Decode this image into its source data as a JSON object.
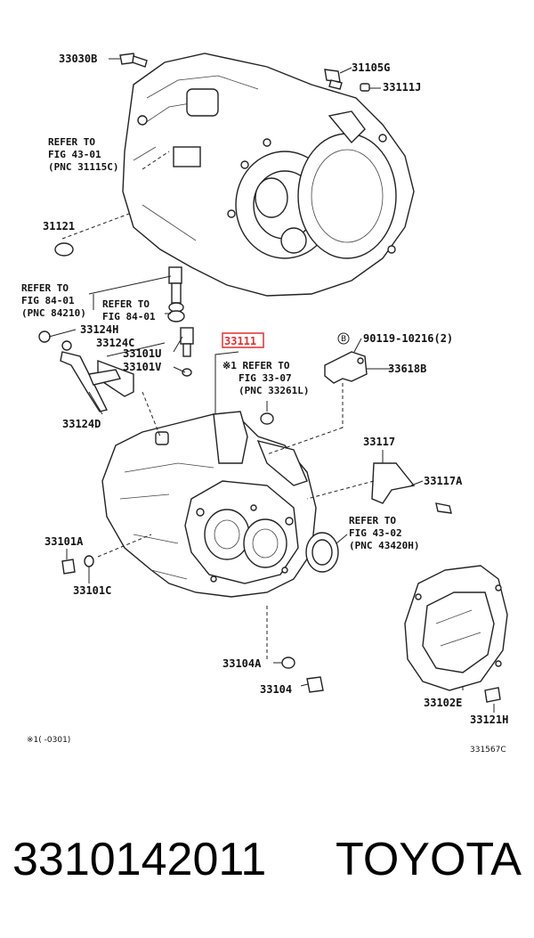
{
  "labels": {
    "p33030B": "33030B",
    "p31105G": "31105G",
    "p33111J": "33111J",
    "ref1_l1": "REFER TO",
    "ref1_l2": "FIG 43-01",
    "ref1_l3": "(PNC 31115C)",
    "p31121": "31121",
    "ref2_l1": "REFER TO",
    "ref2_l2": "FIG 84-01",
    "ref2_l3": "(PNC 84210)",
    "ref3_l1": "REFER TO",
    "ref3_l2": "FIG 84-01",
    "p33124H": "33124H",
    "p33124C": "33124C",
    "p33101U": "33101U",
    "p33101V": "33101V",
    "p33124D": "33124D",
    "p33111": "33111",
    "ref4_l1": "※1 REFER TO",
    "ref4_l2": "FIG 33-07",
    "ref4_l3": "(PNC 33261L)",
    "circle_b": "B",
    "p90119": "90119-10216(2)",
    "p33618B": "33618B",
    "p33117": "33117",
    "p33117A": "33117A",
    "ref5_l1": "REFER TO",
    "ref5_l2": "FIG 43-02",
    "ref5_l3": "(PNC 43420H)",
    "p33101A": "33101A",
    "p33101C": "33101C",
    "p33104A": "33104A",
    "p33104": "33104",
    "p33102E": "33102E",
    "p33121H": "33121H",
    "footnote": "※1(      -0301)",
    "fig_code": "331567C"
  },
  "highlight_color": "#e03030",
  "footer": {
    "part_number": "3310142011",
    "brand": "TOYOTA"
  }
}
